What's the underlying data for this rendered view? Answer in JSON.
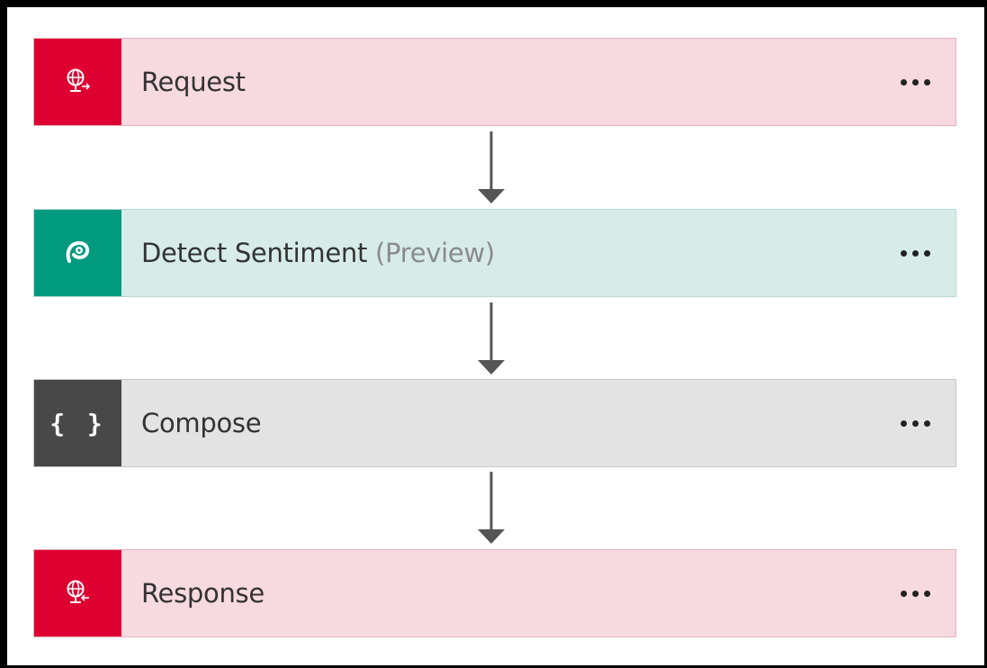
{
  "colors": {
    "request_accent": "#DD0031",
    "request_bg": "#F7D9E0",
    "sentiment_accent": "#009A7F",
    "sentiment_bg": "#D7ECE9",
    "compose_accent": "#484848",
    "compose_bg": "#E3E3E3",
    "arrow": "#555555"
  },
  "steps": [
    {
      "label": "Request",
      "sublabel": "",
      "icon": "globe-request-icon"
    },
    {
      "label": "Detect Sentiment",
      "sublabel": "(Preview)",
      "icon": "sentiment-icon"
    },
    {
      "label": "Compose",
      "sublabel": "",
      "icon": "braces-icon",
      "icon_text": "{ }"
    },
    {
      "label": "Response",
      "sublabel": "",
      "icon": "globe-response-icon"
    }
  ]
}
